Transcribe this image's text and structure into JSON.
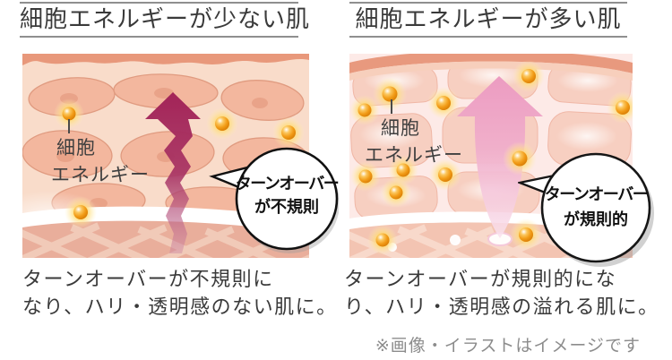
{
  "page": {
    "background": "#ffffff",
    "footnote": "※画像・イラストはイメージです"
  },
  "colors": {
    "title_text": "#3a3a3a",
    "title_rule": "#8f8f8f",
    "caption_text": "#3a3a3a",
    "footnote_text": "#8c8c8c",
    "bubble_text": "#111111",
    "bubble_fill": "#ffffff",
    "bubble_outline": "#111111",
    "arrow_irregular": "#a32458",
    "arrow_regular": "#ec9bc1",
    "cell_energy_orb": "#f29c17",
    "orb_glow": "#ffda6e",
    "skin_cell_left": "#f3b79e",
    "skin_cell_right": "#f7cfc1",
    "skin_surface": "#e8987b",
    "dermis_left": "#e9ae9b",
    "dermis_right": "#f3c4b2"
  },
  "panels": [
    {
      "id": "low-energy",
      "title": "細胞エネルギーが少ない肌",
      "cell_label": {
        "line1": "細胞",
        "line2": "エネルギー"
      },
      "bubble": {
        "line1": "ターンオーバー",
        "line2": "が不規則"
      },
      "caption": {
        "line1": "ターンオーバーが不規則に",
        "line2": "なり、ハリ・透明感のない肌に。"
      },
      "arrow_style": "irregular-zigzag"
    },
    {
      "id": "high-energy",
      "title": "細胞エネルギーが多い肌",
      "cell_label": {
        "line1": "細胞",
        "line2": "エネルギー"
      },
      "bubble": {
        "line1": "ターンオーバー",
        "line2": "が規則的"
      },
      "caption": {
        "line1": "ターンオーバーが規則的にな",
        "line2": "り、ハリ・透明感の溢れる肌に。"
      },
      "arrow_style": "straight-regular"
    }
  ]
}
